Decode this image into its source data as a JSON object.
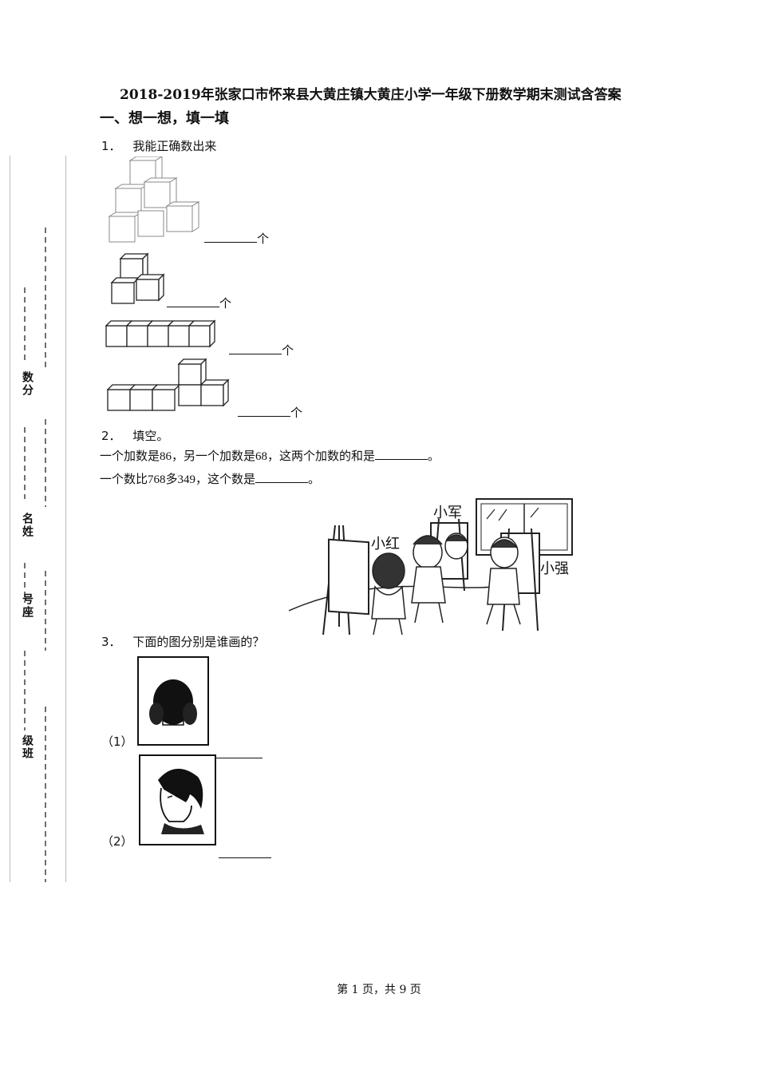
{
  "title": "2018-2019年张家口市怀来县大黄庄镇大黄庄小学一年级下册数学期末测试含答案",
  "section_title": "一、想一想，填一填",
  "q1": {
    "number": "1．",
    "text": "我能正确数出来",
    "unit": "个"
  },
  "q2": {
    "number": "2．",
    "text": "填空。",
    "line1_a": "一个加数是",
    "line1_n1": "86",
    "line1_b": "，另一个加数是",
    "line1_n2": "68",
    "line1_c": "，这两个加数的和是",
    "line1_end": "。",
    "line2_a": "一个数比",
    "line2_n1": "768",
    "line2_b": "多",
    "line2_n2": "349",
    "line2_c": "，这个数是",
    "line2_end": "。"
  },
  "q3": {
    "number": "3．",
    "text": "下面的图分别是谁画的？",
    "item1": "（1）",
    "item2": "（2）",
    "names": {
      "xiaohong": "小红",
      "xiaojun": "小军",
      "xiaoqiang": "小强"
    }
  },
  "side": {
    "score": "数分",
    "name": "名姓",
    "seat": "号座",
    "class": "级班"
  },
  "footer": "第 1 页，共 9 页"
}
